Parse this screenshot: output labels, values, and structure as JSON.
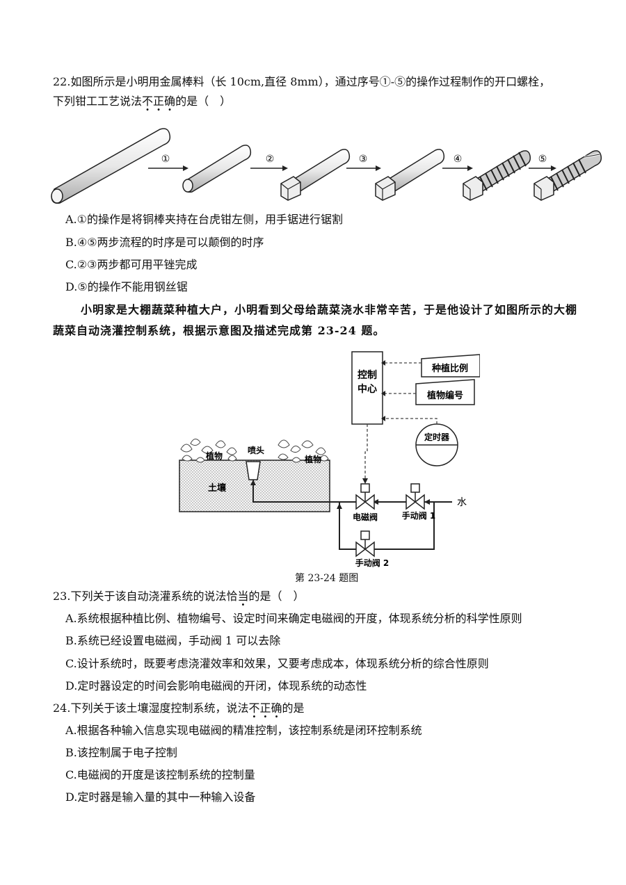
{
  "q22": {
    "stem_line1": "22.如图所示是小明用金属棒料（长 10cm,直径 8mm），通过序号①-⑤的操作过程制作的开口螺栓，",
    "stem_line2_pre": "下列钳工工艺说法",
    "stem_line2_dot1": "不",
    "stem_line2_dot2": "正",
    "stem_line2_dot3": "确",
    "stem_line2_post": "的是（　）",
    "steps": [
      "①",
      "②",
      "③",
      "④",
      "⑤"
    ],
    "options": [
      "A.①的操作是将铜棒夹持在台虎钳左侧，用手锯进行锯割",
      "B.④⑤两步流程的时序是可以颠倒的时序",
      "C.②③两步都可用平锉完成",
      "D.⑤的操作不能用钢丝锯"
    ]
  },
  "intro": {
    "line1": "小明家是大棚蔬菜种植大户，小明看到父母给蔬菜浇水非常辛苦，于是他设计了如图所示的大棚",
    "line2": "蔬菜自动浇灌控制系统，根据示意图及描述完成第 23-24 题。"
  },
  "diagram": {
    "control_center_1": "控制",
    "control_center_2": "中心",
    "planting_ratio": "种植比例",
    "plant_number": "植物编号",
    "timer": "定时器",
    "plant_left": "植物",
    "plant_right": "植物",
    "nozzle": "喷头",
    "soil": "土壤",
    "solenoid_valve": "电磁阀",
    "manual_valve_1": "手动阀 1",
    "manual_valve_2": "手动阀 2",
    "water": "水",
    "caption": "第 23-24 题图"
  },
  "q23": {
    "stem_pre": "23.下列关于该自动浇灌系统的说法恰",
    "stem_dot": "当",
    "stem_post": "的是（　）",
    "options": [
      "A.系统根据种植比例、植物编号、设定时间来确定电磁阀的开度，体现系统分析的科学性原则",
      "B.系统已经设置电磁阀，手动阀 1 可以去除",
      "C.设计系统时，既要考虑浇灌效率和效果，又要考虑成本，体现系统分析的综合性原则",
      "D.定时器设定的时间会影响电磁阀的开闭，体现系统的动态性"
    ]
  },
  "q24": {
    "stem_pre": "24.下列关于该土壤湿度控制系统，说法",
    "stem_dot1": "不",
    "stem_dot2": "正",
    "stem_dot3": "确",
    "stem_post": "的是",
    "options": [
      "A.根据各种输入信息实现电磁阀的精准控制，该控制系统是闭环控制系统",
      "B.该控制属于电子控制",
      "C.电磁阀的开度是该控制系统的控制量",
      "D.定时器是输入量的其中一种输入设备"
    ]
  }
}
